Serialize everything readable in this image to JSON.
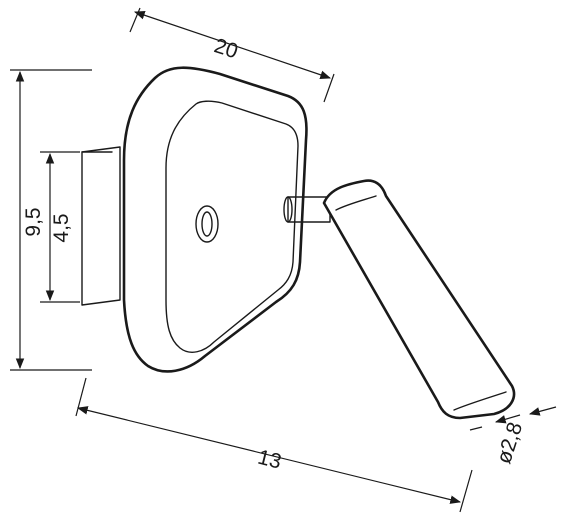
{
  "dimensions": {
    "width_top": "20",
    "height_total": "9,5",
    "height_base": "4,5",
    "depth_bottom": "13",
    "diameter": "ø2,8"
  },
  "style": {
    "ink": "#1a1a1a",
    "background": "#ffffff"
  }
}
